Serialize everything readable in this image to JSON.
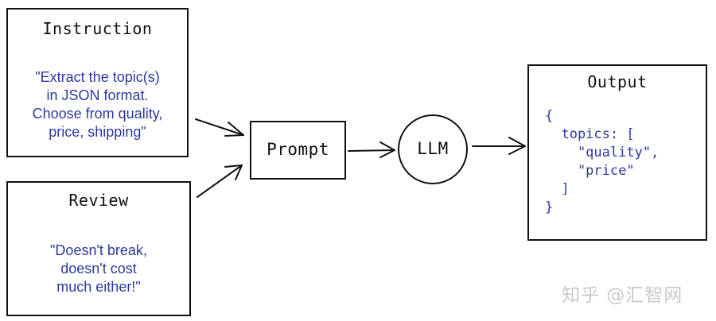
{
  "diagram": {
    "instruction": {
      "title": "Instruction",
      "lines": [
        "\"Extract the topic(s)",
        "in JSON format.",
        "Choose from quality,",
        "price, shipping\""
      ]
    },
    "review": {
      "title": "Review",
      "lines": [
        "\"Doesn't break,",
        "doesn't cost",
        "much either!\""
      ]
    },
    "prompt": {
      "label": "Prompt"
    },
    "llm": {
      "label": "LLM"
    },
    "output": {
      "title": "Output",
      "code": "{\n  topics: [\n    \"quality\",\n    \"price\"\n  ]\n}"
    },
    "colors": {
      "stroke": "#111111",
      "text_blue": "#2b3a9b",
      "watermark": "#c9c9c9"
    }
  },
  "watermark": "知乎 @汇智网"
}
